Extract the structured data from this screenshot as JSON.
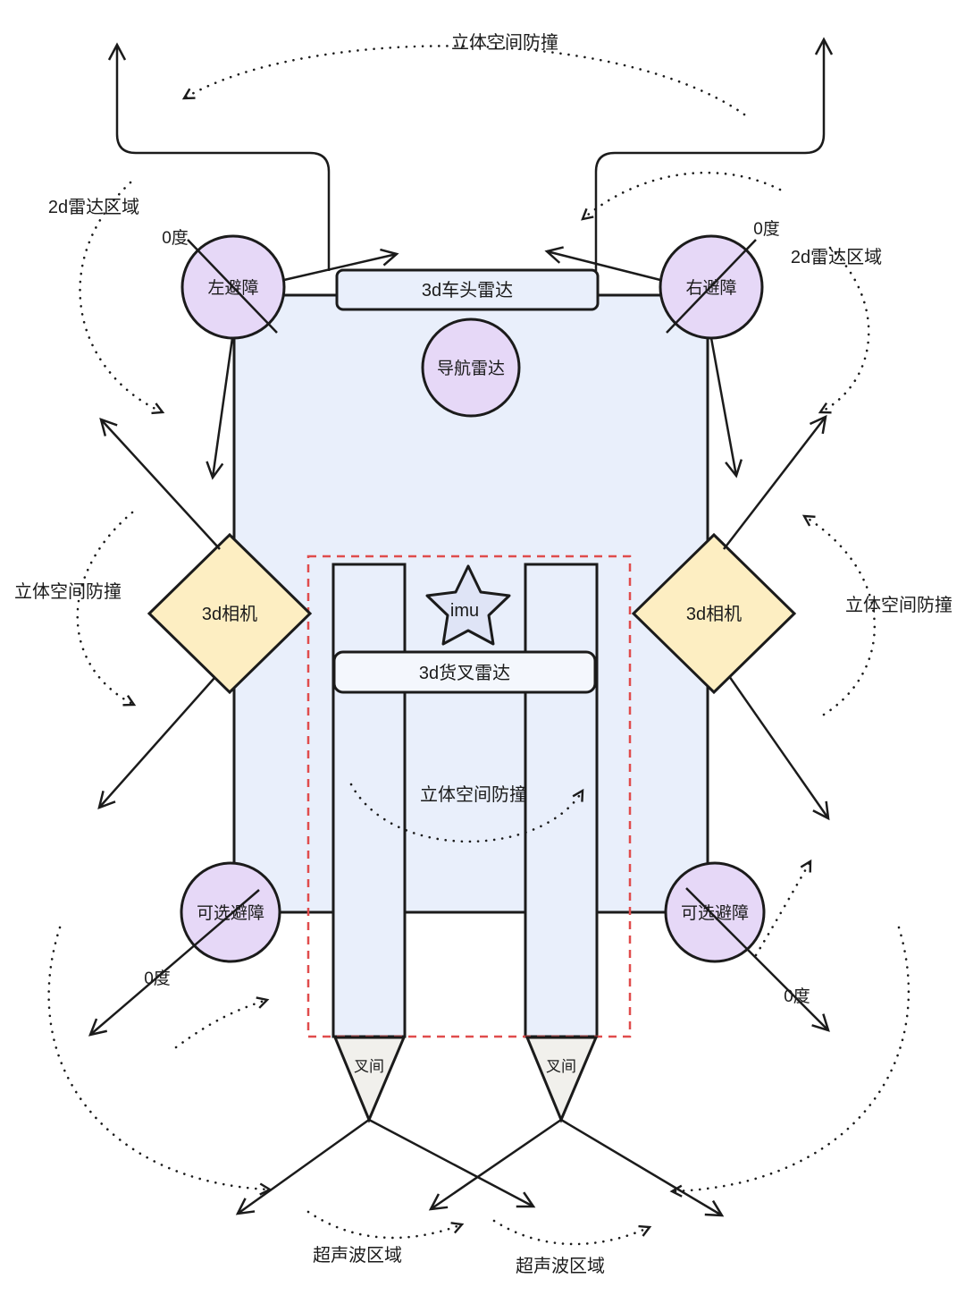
{
  "diagram": {
    "labels": {
      "top_space_collision": "立体空间防撞",
      "radar2d_left": "2d雷达区域",
      "radar2d_right": "2d雷达区域",
      "deg0_top_left": "0度",
      "deg0_top_right": "0度",
      "left_avoid": "左避障",
      "right_avoid": "右避障",
      "front_radar": "3d车头雷达",
      "nav_radar": "导航雷达",
      "camera_left": "3d相机",
      "camera_right": "3d相机",
      "space_collision_left": "立体空间防撞",
      "space_collision_right": "立体空间防撞",
      "space_collision_center": "立体空间防撞",
      "imu": "imu",
      "fork_radar": "3d货叉雷达",
      "optional_avoid_left": "可选避障",
      "optional_avoid_right": "可选避障",
      "deg0_bottom_left": "0度",
      "deg0_bottom_right": "0度",
      "fork_gap_left": "叉间",
      "fork_gap_right": "叉间",
      "ultrasonic_left": "超声波区域",
      "ultrasonic_right": "超声波区域"
    },
    "colors": {
      "body": "#e9effb",
      "panel": "#f4f7fd",
      "circle": "#e6d8f7",
      "diamond": "#fdeec2",
      "star": "#dfe4f6",
      "fork_tip": "#f1f0ec",
      "red_dashed": "#e04c4c",
      "line": "#1b1b1b",
      "background": "#ffffff"
    }
  }
}
